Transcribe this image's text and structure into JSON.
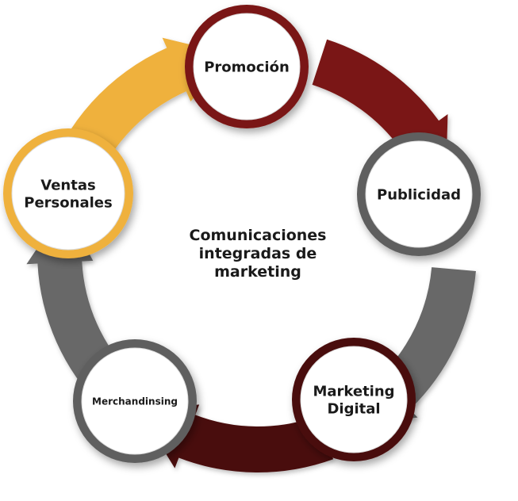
{
  "center": {
    "lines": [
      "Comunicaciones",
      "integradas de",
      "marketing"
    ]
  },
  "nodes": [
    {
      "id": "promocion",
      "lines": [
        "Promoción"
      ],
      "ring_color": "#7a1712"
    },
    {
      "id": "publicidad",
      "lines": [
        "Publicidad"
      ],
      "ring_color": "#5e5e5e"
    },
    {
      "id": "marketing-digital",
      "lines": [
        "Marketing",
        "Digital"
      ],
      "ring_color": "#4a0c0c"
    },
    {
      "id": "merchandising",
      "lines": [
        "Merchandinsing"
      ],
      "ring_color": "#5e5e5e"
    },
    {
      "id": "ventas-personales",
      "lines": [
        "Ventas",
        "Personales"
      ],
      "ring_color": "#efb13e"
    }
  ],
  "colors": {
    "arrow_promocion_to_publicidad": "#7a1712",
    "arrow_publicidad_to_digital": "#676767",
    "arrow_digital_to_merch": "#4a0c0c",
    "arrow_merch_to_ventas": "#676767",
    "arrow_ventas_to_promocion": "#efb13e",
    "node_fill": "#ffffff"
  }
}
